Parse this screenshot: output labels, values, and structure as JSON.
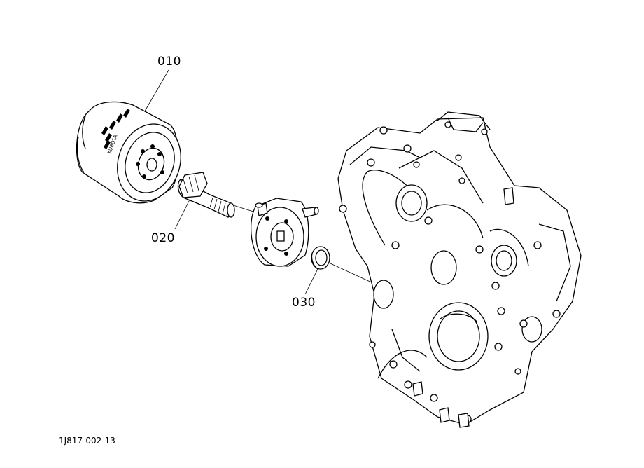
{
  "parts": [
    {
      "id": "oil-filter",
      "label": "010"
    },
    {
      "id": "nipple",
      "label": "020"
    },
    {
      "id": "o-ring",
      "label": "030"
    }
  ],
  "filter_brand": "KUBOTA",
  "figure_code": "1J817-002-13"
}
